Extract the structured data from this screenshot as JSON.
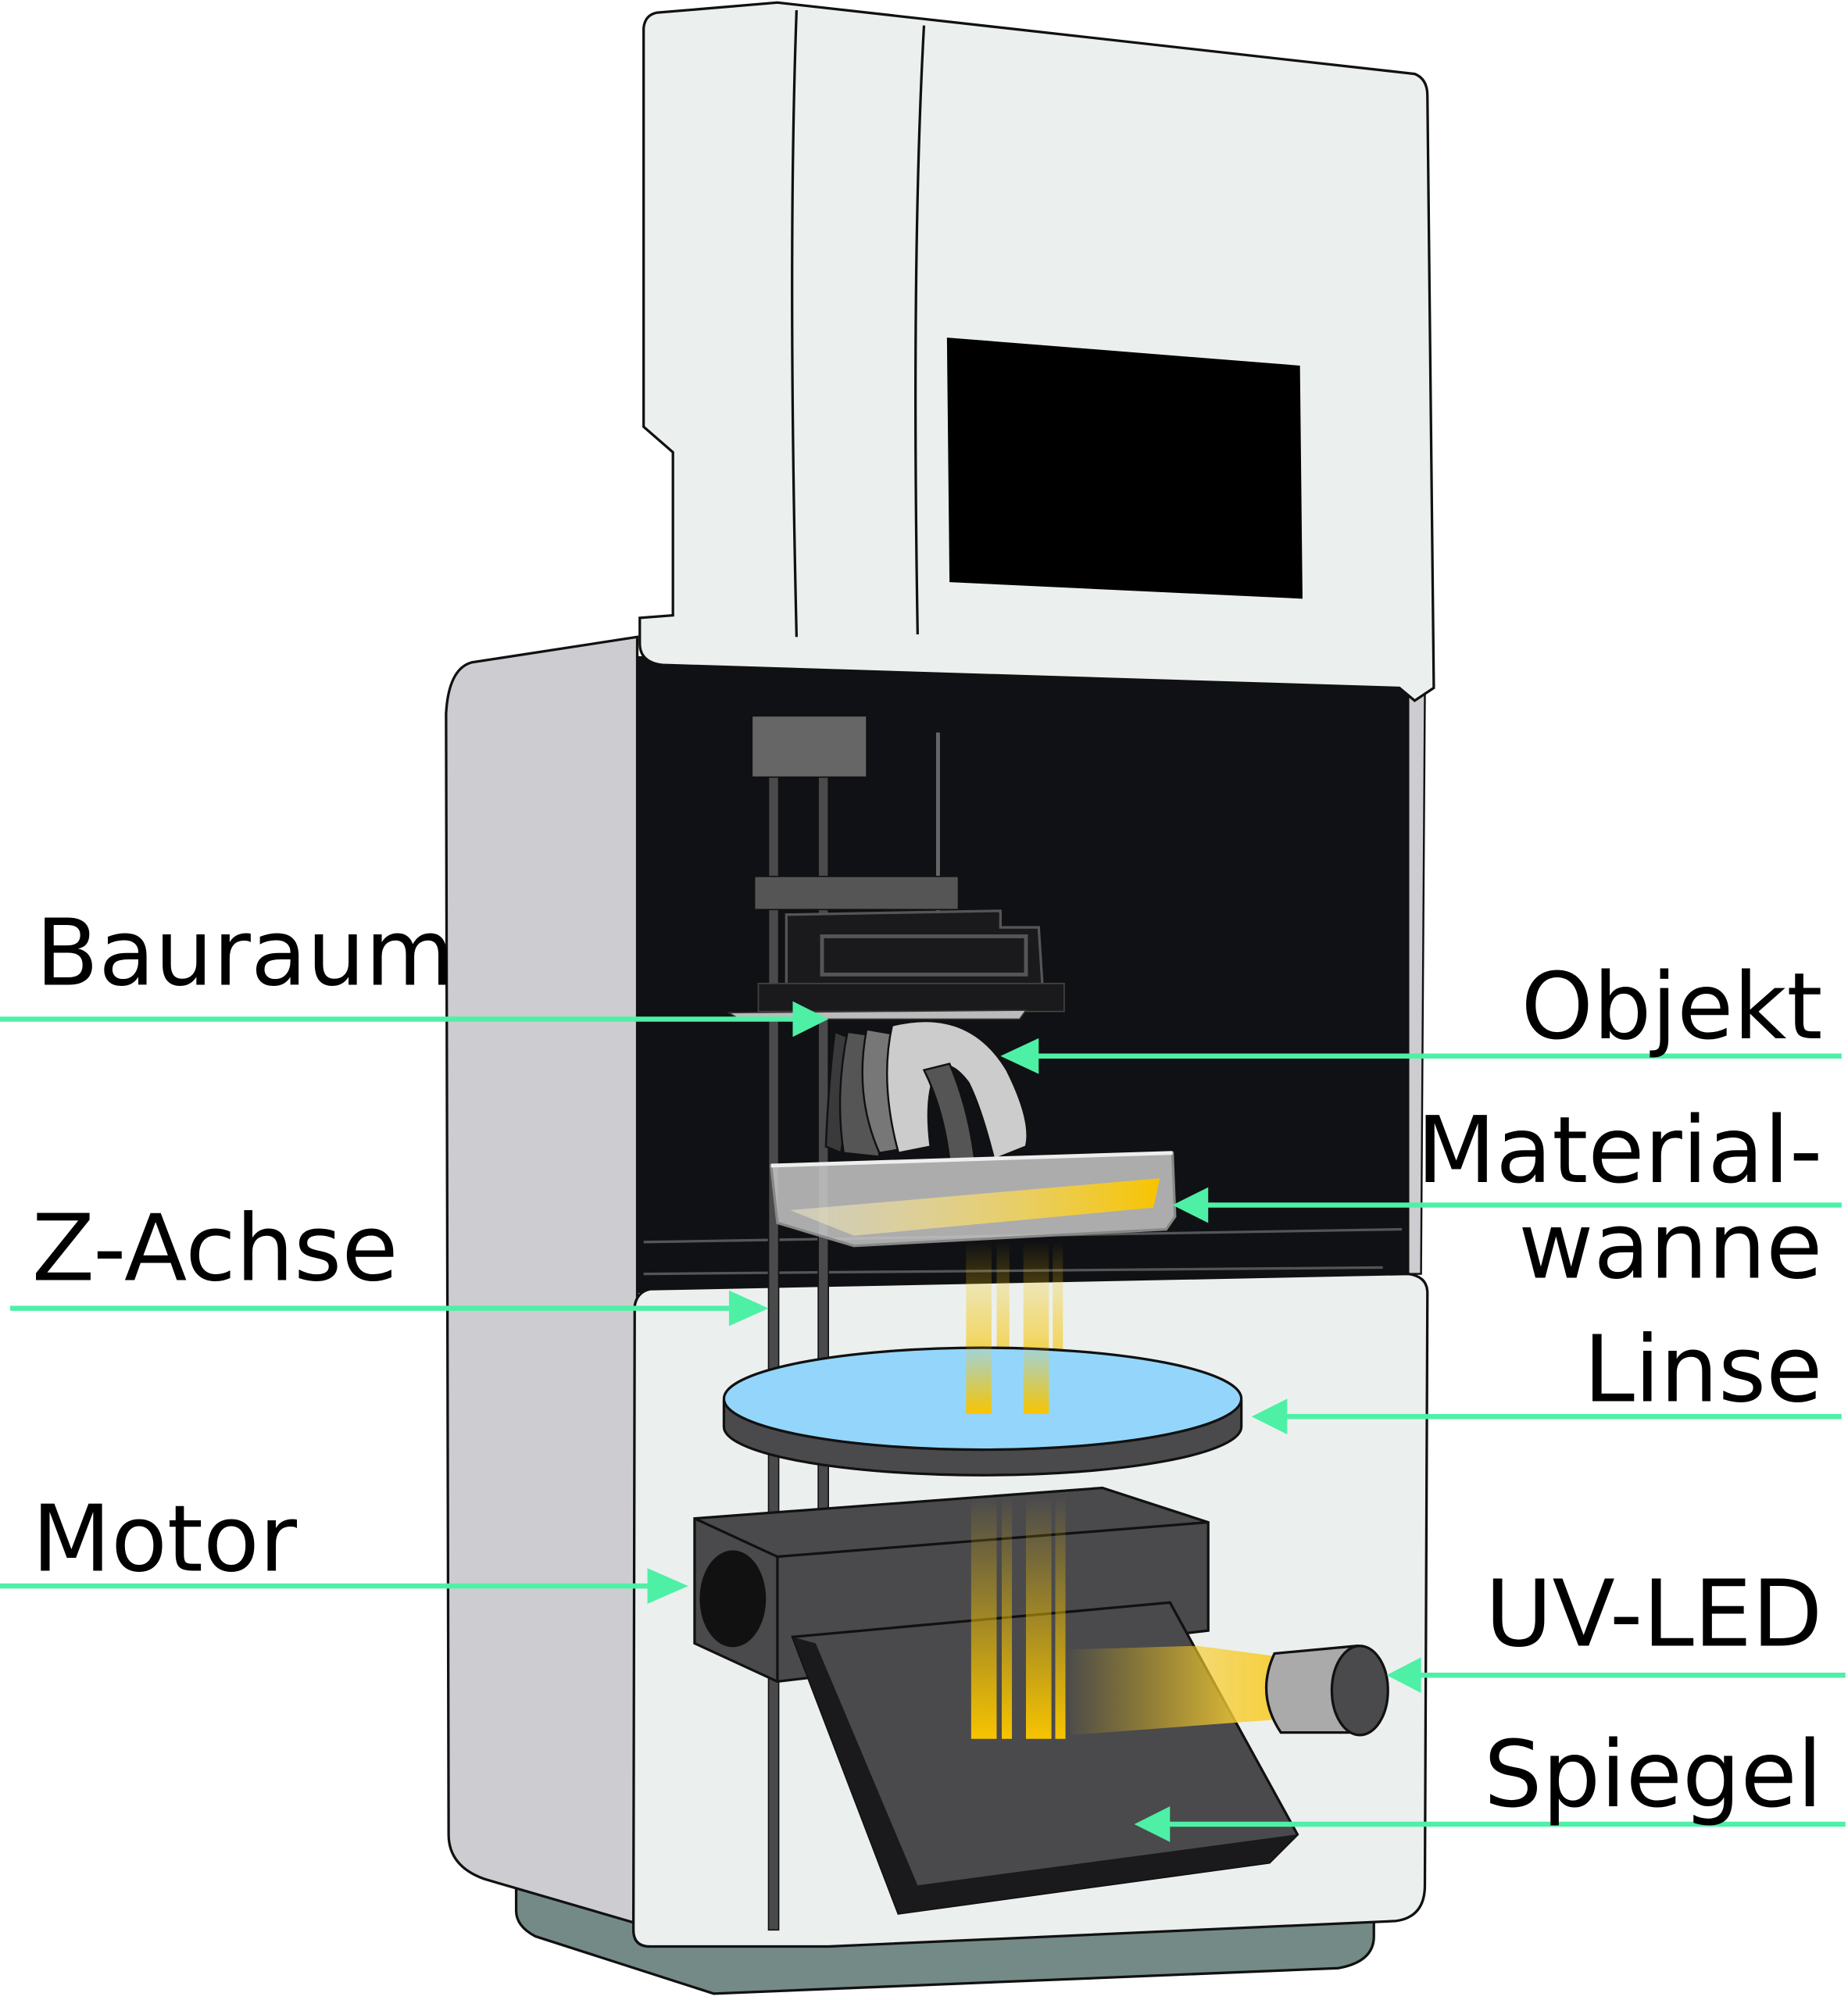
{
  "labels": {
    "bauraum": "Bauraum",
    "objekt": "Objekt",
    "materialwanne_line1": "Material-",
    "materialwanne_line2": "wanne",
    "z_achse": "Z-Achse",
    "linse": "Linse",
    "motor": "Motor",
    "uv_led": "UV-LED",
    "spiegel": "Spiegel"
  },
  "colors": {
    "arrow": "#4ef0a6",
    "lens": "#94d6fb",
    "uv_light": "#f7c400",
    "chamber": "#101114",
    "housing": "#ebf0ef"
  }
}
